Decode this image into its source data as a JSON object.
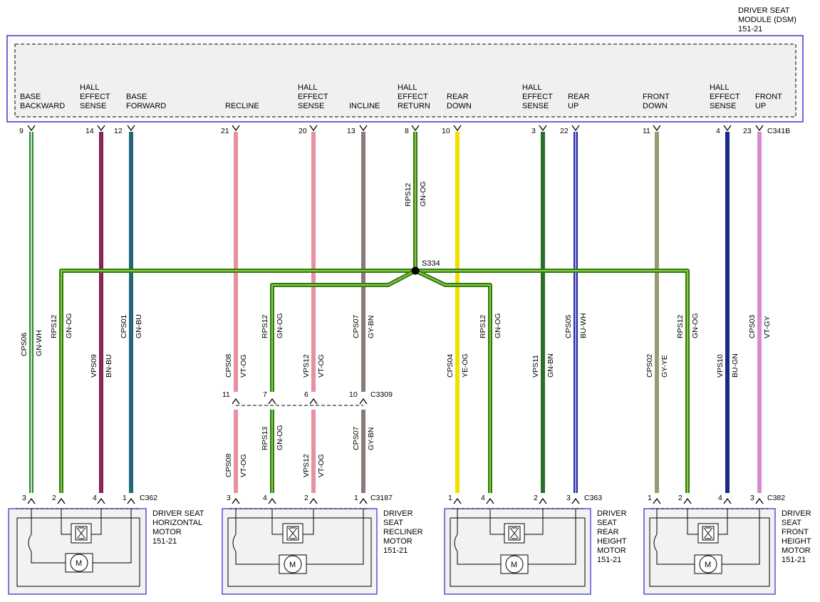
{
  "module": {
    "title_lines": [
      "DRIVER SEAT",
      "MODULE (DSM)",
      "151-21"
    ],
    "connector": "C341B"
  },
  "module_pins": [
    {
      "func": [
        "BASE",
        "BACKWARD"
      ],
      "pin": "9"
    },
    {
      "func": [
        "HALL",
        "EFFECT",
        "SENSE"
      ],
      "pin": "14"
    },
    {
      "func": [
        "BASE",
        "FORWARD"
      ],
      "pin": "12"
    },
    {
      "func": [
        "RECLINE"
      ],
      "pin": "21"
    },
    {
      "func": [
        "HALL",
        "EFFECT",
        "SENSE"
      ],
      "pin": "20"
    },
    {
      "func": [
        "INCLINE"
      ],
      "pin": "13"
    },
    {
      "func": [
        "HALL",
        "EFFECT",
        "RETURN"
      ],
      "pin": "8"
    },
    {
      "func": [
        "REAR",
        "DOWN"
      ],
      "pin": "10"
    },
    {
      "func": [
        "HALL",
        "EFFECT",
        "SENSE"
      ],
      "pin": "3"
    },
    {
      "func": [
        "REAR",
        "UP"
      ],
      "pin": "22"
    },
    {
      "func": [
        "FRONT",
        "DOWN"
      ],
      "pin": "11"
    },
    {
      "func": [
        "HALL",
        "EFFECT",
        "SENSE"
      ],
      "pin": "4"
    },
    {
      "func": [
        "FRONT",
        "UP"
      ],
      "pin": "23"
    }
  ],
  "wires": [
    {
      "circuit": "CPS06",
      "color": "GN-WH",
      "c1": "#2e8b2e",
      "c2": "#ffffff"
    },
    {
      "circuit": "VPS09",
      "color": "BN-BU",
      "c1": "#8b1a3a",
      "c2": "#7a3a9a"
    },
    {
      "circuit": "CPS01",
      "color": "GN-BU",
      "c1": "#1f5f8f",
      "c2": "#2e7d2e"
    },
    {
      "circuit": "CPS08",
      "color": "VT-OG",
      "c1": "#e88fa0",
      "c2": "#f6b8c4"
    },
    {
      "circuit": "VPS12",
      "color": "VT-OG",
      "c1": "#e88fa0",
      "c2": "#f6b8c4"
    },
    {
      "circuit": "CPS07",
      "color": "GY-BN",
      "c1": "#8a7a78",
      "c2": "#b09a96"
    },
    {
      "circuit": "CPS04",
      "color": "YE-OG",
      "c1": "#f0e000",
      "c2": "#fff46a"
    },
    {
      "circuit": "VPS11",
      "color": "GN-BN",
      "c1": "#2a6e2a",
      "c2": "#3d8a3d"
    },
    {
      "circuit": "CPS05",
      "color": "BU-WH",
      "c1": "#2a2aa8",
      "c2": "#6a6ad0"
    },
    {
      "circuit": "CPS02",
      "color": "GY-YE",
      "c1": "#9a9a70",
      "c2": "#c8c890"
    },
    {
      "circuit": "VPS10",
      "color": "BU-GN",
      "c1": "#1a2a8a",
      "c2": "#2a3ab0"
    },
    {
      "circuit": "CPS03",
      "color": "VT-GY",
      "c1": "#d98ad0",
      "c2": "#eeb2e8"
    }
  ],
  "ground_wire": {
    "circuit": "RPS12",
    "color": "GN-OG",
    "c1": "#2e7d10",
    "c2": "#8dc63f"
  },
  "recliner_ground": {
    "circuit": "RPS13",
    "color": "GN-OG"
  },
  "splice": "S334",
  "inline_connector": {
    "name": "C3309",
    "pins": [
      "11",
      "7",
      "6",
      "10"
    ]
  },
  "motors": [
    {
      "name": [
        "DRIVER SEAT",
        "HORIZONTAL",
        "MOTOR",
        "151-21"
      ],
      "connector": "C362",
      "pins": [
        "3",
        "2",
        "4",
        "1"
      ]
    },
    {
      "name": [
        "DRIVER",
        "SEAT",
        "RECLINER",
        "MOTOR",
        "151-21"
      ],
      "connector": "C3187",
      "pins": [
        "3",
        "4",
        "2",
        "1"
      ]
    },
    {
      "name": [
        "DRIVER",
        "SEAT",
        "REAR",
        "HEIGHT",
        "MOTOR",
        "151-21"
      ],
      "connector": "C363",
      "pins": [
        "1",
        "4",
        "2",
        "3"
      ]
    },
    {
      "name": [
        "DRIVER",
        "SEAT",
        "FRONT",
        "HEIGHT",
        "MOTOR",
        "151-21"
      ],
      "connector": "C382",
      "pins": [
        "1",
        "2",
        "4",
        "3"
      ]
    }
  ],
  "motor_symbol": "M"
}
